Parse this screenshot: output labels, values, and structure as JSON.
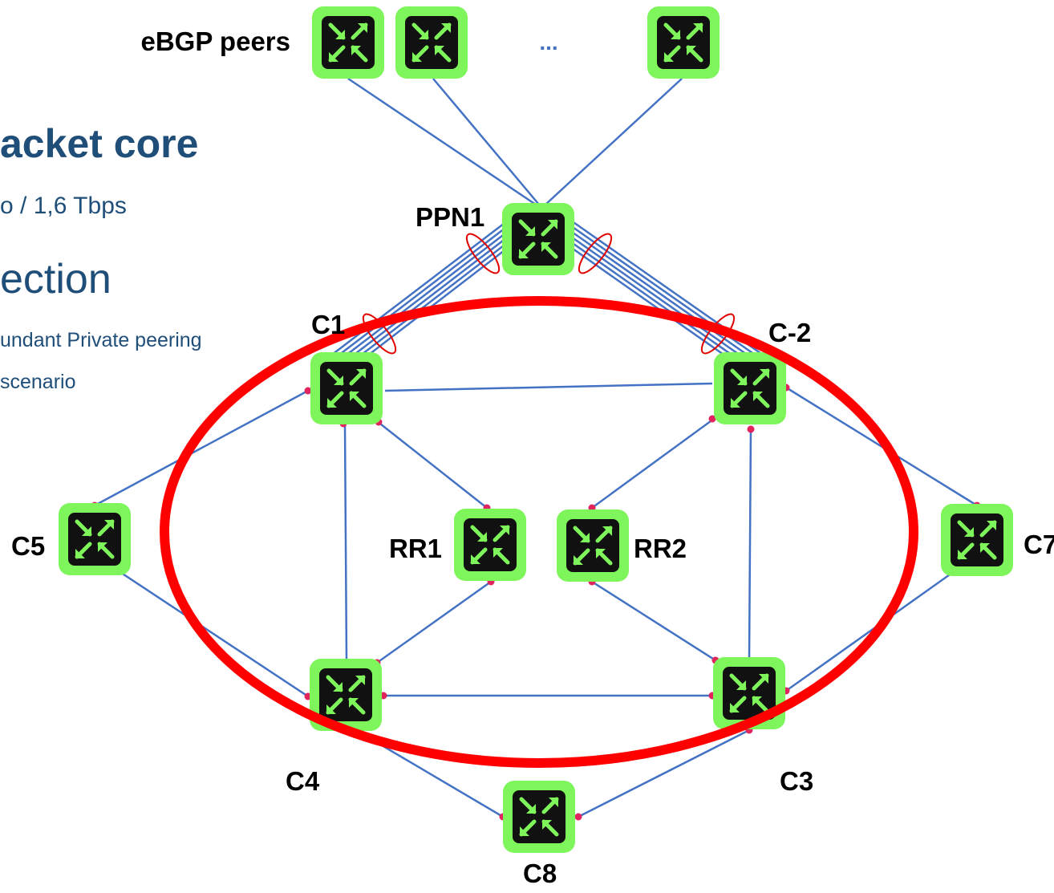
{
  "slide_text": {
    "heading": "acket core",
    "capacity": "o / 1,6 Tbps",
    "section": "ection",
    "bullet1": "undant Private peering",
    "bullet2": "scenario"
  },
  "nodes": {
    "peer_group_label": "eBGP peers",
    "peer_ellipsis": "...",
    "ppn1": "PPN1",
    "c1": "C1",
    "c2": "C-2",
    "c3": "C3",
    "c4": "C4",
    "c5": "C5",
    "c7": "C7",
    "c8": "C8",
    "rr1": "RR1",
    "rr2": "RR2"
  },
  "colors": {
    "router_fill": "#7ef55a",
    "router_core": "#111111",
    "link": "#4472c4",
    "port": "#e0245e",
    "highlight_ring": "#ff0000"
  },
  "icon": "router-icon"
}
